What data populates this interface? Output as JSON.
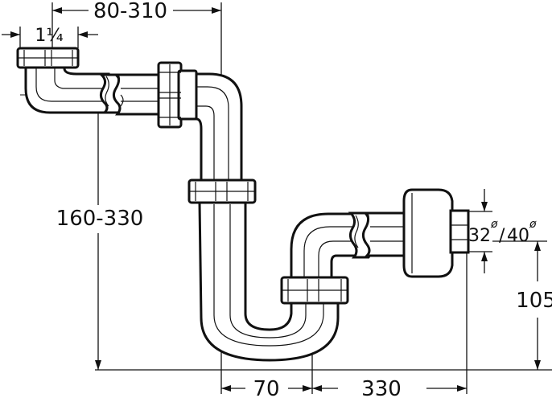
{
  "dimensions": {
    "top_span": "80-310",
    "inlet_size": "1¼",
    "height_range": "160-330",
    "outlet_d1": "32",
    "outlet_d2": "40",
    "outlet_sep": "/",
    "diameter_symbol": "ø",
    "outlet_height": "105",
    "bottom_left": "70",
    "bottom_right": "330"
  }
}
